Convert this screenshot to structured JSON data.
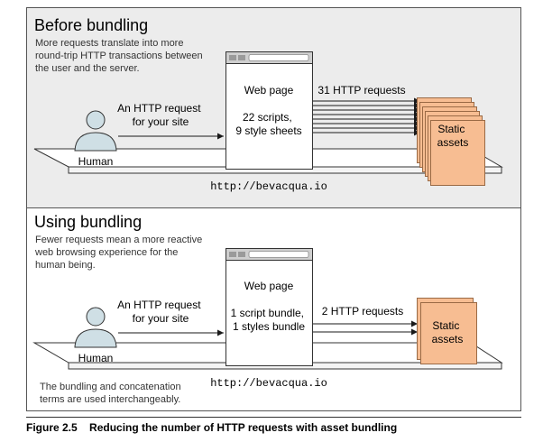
{
  "before": {
    "title": "Before bundling",
    "description": [
      "More requests translate into more",
      "round-trip HTTP transactions between",
      "the user and the server."
    ],
    "request_label": [
      "An HTTP request",
      "for your site"
    ],
    "human_label": "Human",
    "webpage_title": "Web page",
    "webpage_content": [
      "22 scripts,",
      "9 style sheets"
    ],
    "requests_label": "31 HTTP requests",
    "assets_label": [
      "Static",
      "assets"
    ],
    "url": "http://bevacqua.io",
    "request_arrow_count": 8
  },
  "after": {
    "title": "Using bundling",
    "description": [
      "Fewer requests mean a more reactive",
      "web browsing experience for the",
      "human being."
    ],
    "request_label": [
      "An HTTP request",
      "for your site"
    ],
    "human_label": "Human",
    "webpage_title": "Web page",
    "webpage_content": [
      "1 script bundle,",
      "1 styles bundle"
    ],
    "requests_label": "2 HTTP requests",
    "assets_label": [
      "Static",
      "assets"
    ],
    "url": "http://bevacqua.io",
    "note": [
      "The bundling and concatenation",
      "terms are used interchangeably."
    ],
    "request_arrow_count": 2
  },
  "caption": {
    "number": "Figure 2.5",
    "text": "Reducing the number of HTTP requests with asset bundling"
  },
  "colors": {
    "top_panel_bg": "#ececec",
    "bottom_panel_bg": "#ffffff",
    "human": "#cfdfe5",
    "asset_fill": "#f7bd92",
    "asset_stroke": "#9a6a45",
    "webpage_bar": "#cfcfcf"
  }
}
